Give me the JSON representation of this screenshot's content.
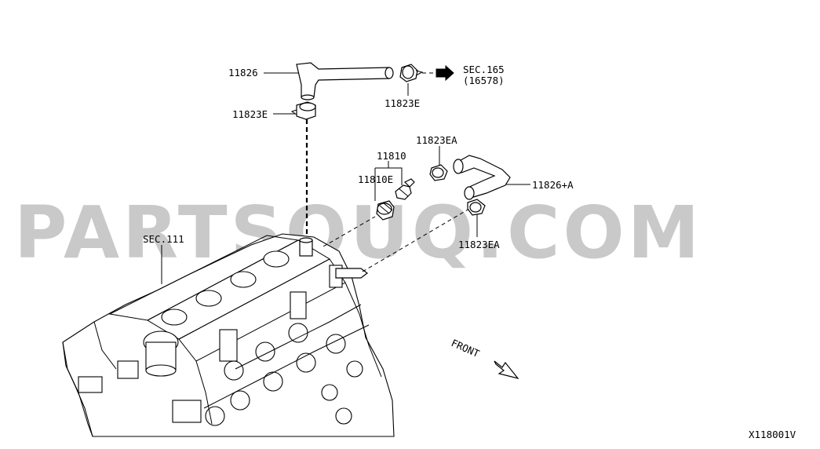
{
  "watermark": "PARTSOUQ.COM",
  "callouts": {
    "hose_upper": "11826",
    "clamp_upper_right": "11823E",
    "clamp_upper_left": "11823E",
    "sec165": "SEC.165",
    "sec165_ref": "(16578)",
    "pcv_assembly": "11810",
    "pcv_valve": "11810E",
    "clamp_ea_upper": "11823EA",
    "hose_lower": "11826+A",
    "clamp_ea_lower": "11823EA",
    "sec111": "SEC.111"
  },
  "front_label": "FRONT",
  "diagram_code": "X118001V"
}
